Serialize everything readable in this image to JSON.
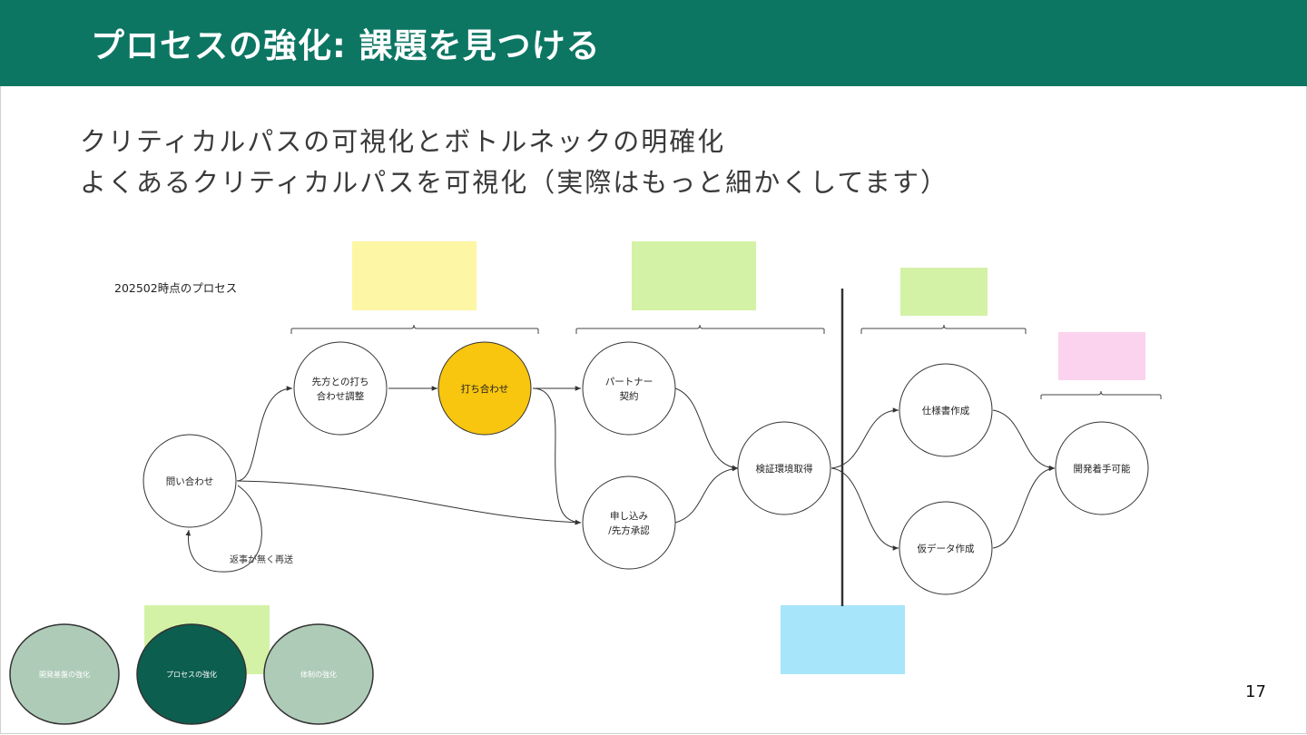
{
  "header": {
    "title": "プロセスの強化: 課題を見つける"
  },
  "subtitle": {
    "line1": "クリティカルパスの可視化とボトルネックの明確化",
    "line2": "よくあるクリティカルパスを可視化（実際はもっと細かくしてます）"
  },
  "diagram": {
    "caption": "202502時点のプロセス",
    "loop_label": "返事が無く再送",
    "nodes": {
      "inquiry": [
        "問い合わせ"
      ],
      "coordination": [
        "先方との打ち",
        "合わせ調整"
      ],
      "meeting": [
        "打ち合わせ"
      ],
      "partner": [
        "パートナー",
        "契約"
      ],
      "application": [
        "申し込み",
        "/先方承認"
      ],
      "verification": [
        "検証環境取得"
      ],
      "spec": [
        "仕様書作成"
      ],
      "tempdata": [
        "仮データ作成"
      ],
      "dev_ready": [
        "開発着手可能"
      ]
    },
    "colors": {
      "highlight": "#f8c50f",
      "sticky_yellow": "#fdf6a4",
      "sticky_green": "#d4f2a6",
      "sticky_pink": "#fbd3ef",
      "sticky_blue": "#a7e5fa"
    }
  },
  "nav": {
    "items": [
      {
        "label": "開発基盤の強化",
        "active": false
      },
      {
        "label": "プロセスの強化",
        "active": true
      },
      {
        "label": "体制の強化",
        "active": false
      }
    ],
    "active_color": "#0c5e4f",
    "inactive_color": "#aecbb8"
  },
  "page_number": "17"
}
